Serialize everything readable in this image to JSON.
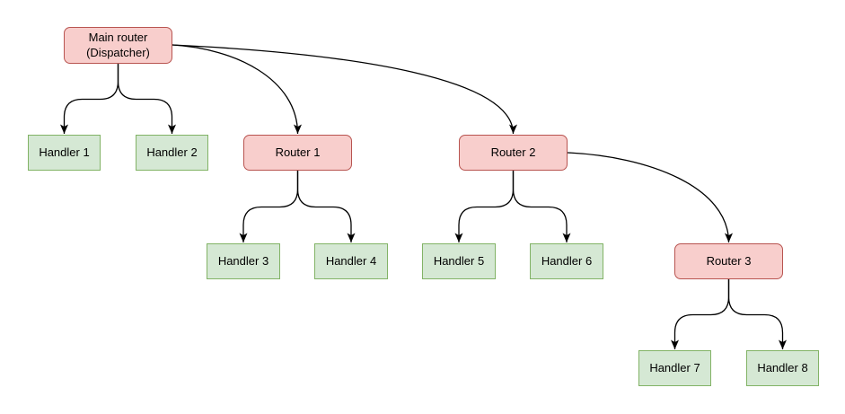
{
  "colors": {
    "canvas_bg": "#ffffff",
    "router_fill": "#f8cecc",
    "router_stroke": "#b85450",
    "handler_fill": "#d5e8d4",
    "handler_stroke": "#82b366",
    "edge": "#000000",
    "text": "#000000"
  },
  "nodes": [
    {
      "id": "main",
      "type": "router",
      "label": "Main router\n(Dispatcher)"
    },
    {
      "id": "handler1",
      "type": "handler",
      "label": "Handler 1"
    },
    {
      "id": "handler2",
      "type": "handler",
      "label": "Handler 2"
    },
    {
      "id": "router1",
      "type": "router",
      "label": "Router 1"
    },
    {
      "id": "router2",
      "type": "router",
      "label": "Router 2"
    },
    {
      "id": "handler3",
      "type": "handler",
      "label": "Handler 3"
    },
    {
      "id": "handler4",
      "type": "handler",
      "label": "Handler 4"
    },
    {
      "id": "handler5",
      "type": "handler",
      "label": "Handler 5"
    },
    {
      "id": "handler6",
      "type": "handler",
      "label": "Handler 6"
    },
    {
      "id": "router3",
      "type": "router",
      "label": "Router 3"
    },
    {
      "id": "handler7",
      "type": "handler",
      "label": "Handler 7"
    },
    {
      "id": "handler8",
      "type": "handler",
      "label": "Handler 8"
    }
  ],
  "edges": [
    {
      "from": "main",
      "to": "handler1"
    },
    {
      "from": "main",
      "to": "handler2"
    },
    {
      "from": "main",
      "to": "router1"
    },
    {
      "from": "main",
      "to": "router2"
    },
    {
      "from": "router1",
      "to": "handler3"
    },
    {
      "from": "router1",
      "to": "handler4"
    },
    {
      "from": "router2",
      "to": "handler5"
    },
    {
      "from": "router2",
      "to": "handler6"
    },
    {
      "from": "router2",
      "to": "router3"
    },
    {
      "from": "router3",
      "to": "handler7"
    },
    {
      "from": "router3",
      "to": "handler8"
    }
  ]
}
